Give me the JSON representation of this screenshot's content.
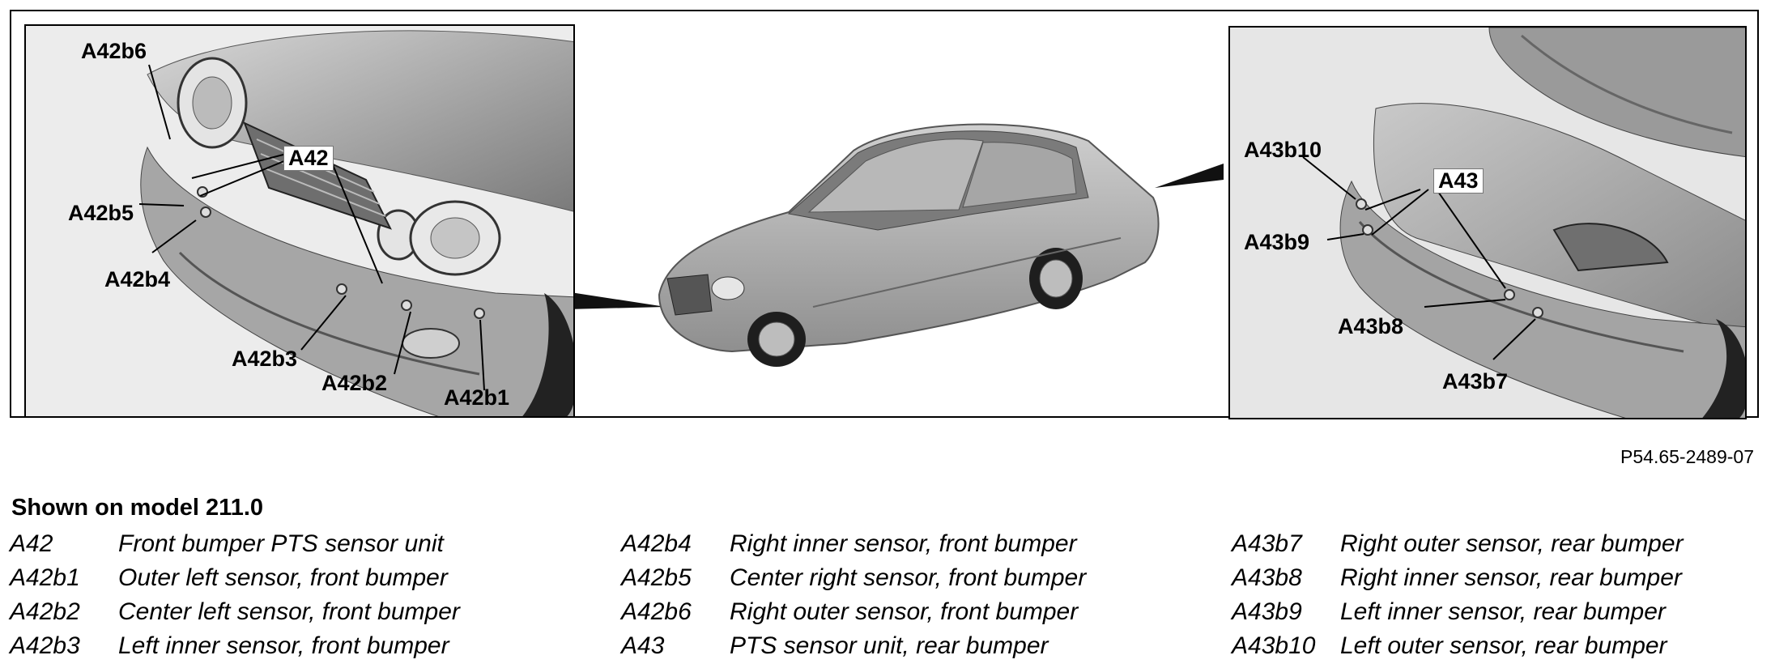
{
  "figure": {
    "reference": "P54.65-2489-07",
    "front_callouts": {
      "a42b6": "A42b6",
      "a42": "A42",
      "a42b5": "A42b5",
      "a42b4": "A42b4",
      "a42b3": "A42b3",
      "a42b2": "A42b2",
      "a42b1": "A42b1"
    },
    "rear_callouts": {
      "a43b10": "A43b10",
      "a43": "A43",
      "a43b9": "A43b9",
      "a43b8": "A43b8",
      "a43b7": "A43b7"
    }
  },
  "caption": {
    "title": "Shown on model 211.0",
    "legend": [
      [
        {
          "code": "A42",
          "text": "Front bumper PTS sensor unit"
        },
        {
          "code": "A42b1",
          "text": "Outer left sensor, front bumper"
        },
        {
          "code": "A42b2",
          "text": "Center left sensor, front bumper"
        },
        {
          "code": "A42b3",
          "text": "Left inner sensor, front bumper"
        }
      ],
      [
        {
          "code": "A42b4",
          "text": "Right inner sensor, front bumper"
        },
        {
          "code": "A42b5",
          "text": "Center right sensor, front bumper"
        },
        {
          "code": "A42b6",
          "text": "Right outer sensor, front bumper"
        },
        {
          "code": "A43",
          "text": "PTS sensor unit, rear bumper"
        }
      ],
      [
        {
          "code": "A43b7",
          "text": "Right outer sensor, rear bumper"
        },
        {
          "code": "A43b8",
          "text": "Right inner sensor, rear bumper"
        },
        {
          "code": "A43b9",
          "text": "Left inner sensor, rear bumper"
        },
        {
          "code": "A43b10",
          "text": "Left outer sensor, rear bumper"
        }
      ]
    ]
  }
}
